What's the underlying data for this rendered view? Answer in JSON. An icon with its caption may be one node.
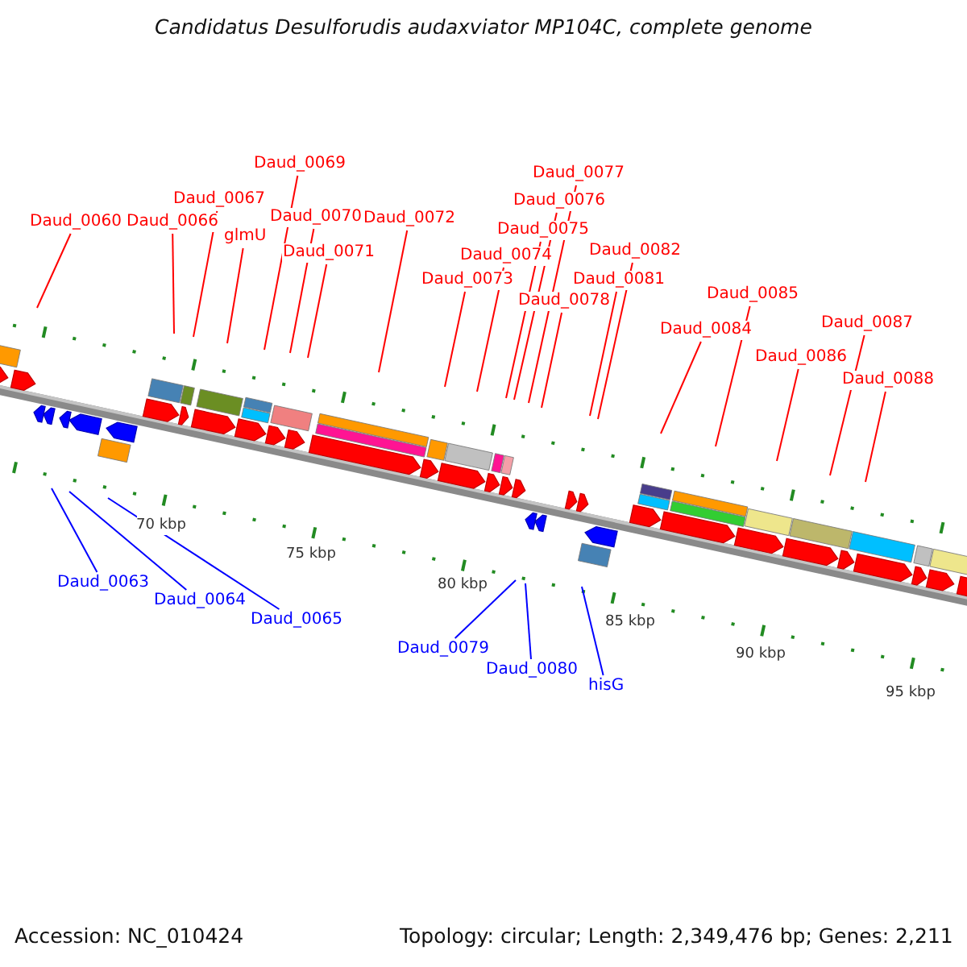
{
  "diagram": {
    "title": "Candidatus Desulforudis audaxviator MP104C, complete genome",
    "nodes": [
      {
        "text": [
          "Daud_0060"
        ]
      },
      {
        "text": [
          "Daud_0066"
        ]
      },
      {
        "text": [
          "Daud_0067"
        ]
      },
      {
        "text": [
          "glmU"
        ]
      },
      {
        "text": [
          "Daud_0069"
        ]
      },
      {
        "text": [
          "Daud_0070"
        ]
      },
      {
        "text": [
          "Daud_0071"
        ]
      },
      {
        "text": [
          "Daud_0072"
        ]
      },
      {
        "text": [
          "Daud_0073"
        ]
      },
      {
        "text": [
          "Daud_0074"
        ]
      },
      {
        "text": [
          "Daud_0075"
        ]
      },
      {
        "text": [
          "Daud_0076"
        ]
      },
      {
        "text": [
          "Daud_0077"
        ]
      },
      {
        "text": [
          "Daud_0078"
        ]
      },
      {
        "text": [
          "Daud_0081"
        ]
      },
      {
        "text": [
          "Daud_0082"
        ]
      },
      {
        "text": [
          "Daud_0084"
        ]
      },
      {
        "text": [
          "Daud_0085"
        ]
      },
      {
        "text": [
          "Daud_0086"
        ]
      },
      {
        "text": [
          "Daud_0087"
        ]
      },
      {
        "text": [
          "Daud_0088"
        ]
      },
      {
        "text": [
          "Daud_0063"
        ]
      },
      {
        "text": [
          "Daud_0064"
        ]
      },
      {
        "text": [
          "Daud_0065"
        ]
      },
      {
        "text": [
          "Daud_0079"
        ]
      },
      {
        "text": [
          "Daud_0080"
        ]
      },
      {
        "text": [
          "hisG"
        ]
      }
    ],
    "edges": [
      {
        "from": 0,
        "to": null,
        "arrow": "none"
      },
      {
        "from": 1,
        "to": null,
        "arrow": "none"
      },
      {
        "from": 2,
        "to": null,
        "arrow": "none"
      },
      {
        "from": 3,
        "to": null,
        "arrow": "none"
      },
      {
        "from": 4,
        "to": null,
        "arrow": "none"
      },
      {
        "from": 5,
        "to": null,
        "arrow": "none"
      },
      {
        "from": 6,
        "to": null,
        "arrow": "none"
      },
      {
        "from": 7,
        "to": null,
        "arrow": "none"
      },
      {
        "from": 8,
        "to": null,
        "arrow": "none"
      },
      {
        "from": 9,
        "to": null,
        "arrow": "none"
      },
      {
        "from": 10,
        "to": null,
        "arrow": "none"
      },
      {
        "from": 11,
        "to": null,
        "arrow": "none"
      },
      {
        "from": 12,
        "to": null,
        "arrow": "none"
      },
      {
        "from": 13,
        "to": null,
        "arrow": "none"
      },
      {
        "from": 14,
        "to": null,
        "arrow": "none"
      },
      {
        "from": 15,
        "to": null,
        "arrow": "none"
      },
      {
        "from": 16,
        "to": null,
        "arrow": "none"
      },
      {
        "from": 17,
        "to": null,
        "arrow": "none"
      },
      {
        "from": 18,
        "to": null,
        "arrow": "none"
      },
      {
        "from": 19,
        "to": null,
        "arrow": "none"
      },
      {
        "from": 20,
        "to": null,
        "arrow": "none"
      },
      {
        "from": 21,
        "to": null,
        "arrow": "none",
        "color": "#0000ff"
      },
      {
        "from": 22,
        "to": null,
        "arrow": "none",
        "color": "#0000ff"
      },
      {
        "from": 23,
        "to": null,
        "arrow": "none",
        "color": "#0000ff"
      },
      {
        "from": 24,
        "to": null,
        "arrow": "none",
        "color": "#0000ff"
      },
      {
        "from": 25,
        "to": null,
        "arrow": "none",
        "color": "#0000ff"
      },
      {
        "from": 26,
        "to": null,
        "arrow": "none",
        "color": "#0000ff"
      }
    ],
    "labels": [
      "70 kbp",
      "75 kbp",
      "80 kbp",
      "85 kbp",
      "90 kbp",
      "95 kbp",
      "Accession: NC_010424",
      "Topology: circular; Length: 2,349,476 bp; Genes: 2,211"
    ]
  }
}
